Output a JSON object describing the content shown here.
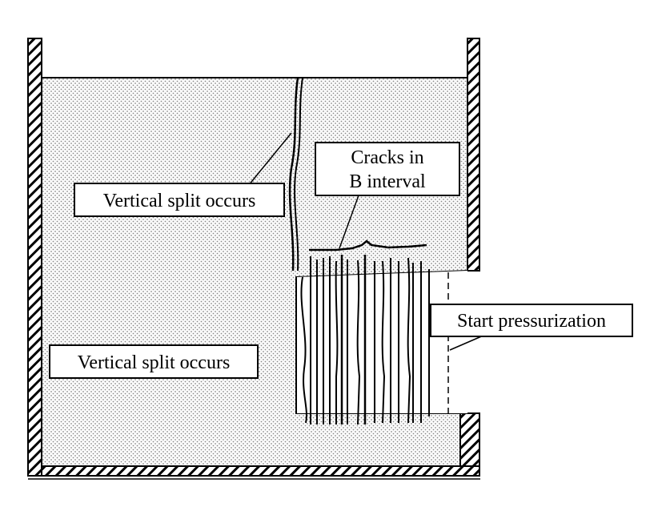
{
  "labels": {
    "vertical_split_upper": "Vertical split occurs",
    "vertical_split_lower": "Vertical split occurs",
    "cracks_line1": "Cracks in",
    "cracks_line2": "B interval",
    "start_pressurization": "Start pressurization"
  },
  "colors": {
    "stroke": "#000000",
    "fill_dots": "#9a9a9a",
    "background": "#ffffff"
  }
}
